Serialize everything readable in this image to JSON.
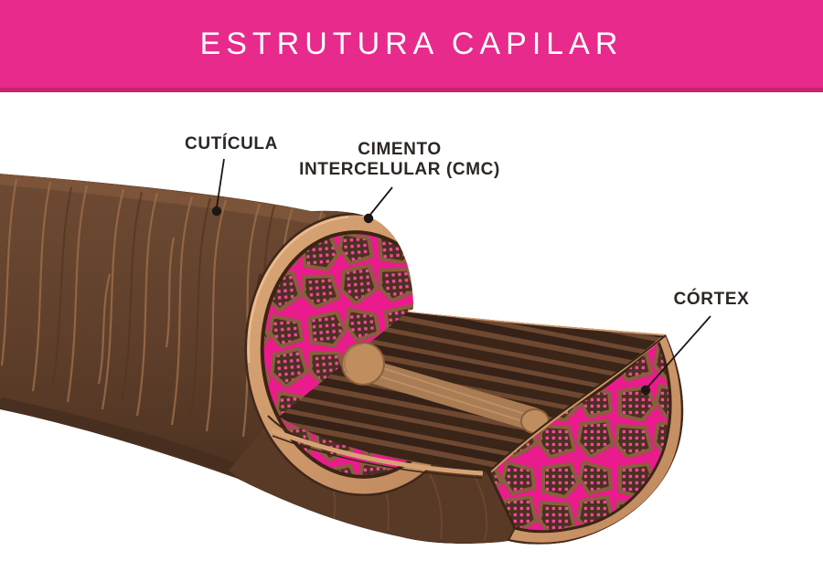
{
  "header": {
    "title": "ESTRUTURA CAPILAR"
  },
  "annotations": {
    "cuticula": {
      "label": "CUTÍCULA"
    },
    "cmc": {
      "line1": "CIMENTO",
      "line2": "INTERCELULAR (CMC)"
    },
    "cortex": {
      "label": "CÓRTEX"
    }
  },
  "palette": {
    "banner_pink": "#E72A8B",
    "banner_edge_dark_pink": "#C4256E",
    "title_white": "#FFFFFF",
    "label_text_dark": "#2D2623",
    "hair_brown": "#5F3F2B",
    "hair_brown_light_line": "#9A6C49",
    "cuticle_ring_tan": "#D7A273",
    "cortex_magenta": "#EA1B8C",
    "cell_dot_pink": "#F6479F",
    "cell_body_brown": "#4A3120",
    "fiber_stripe_dark": "#3A2518",
    "fiber_stripe_mid": "#6E4830",
    "medulla_tan": "#A97C54"
  }
}
